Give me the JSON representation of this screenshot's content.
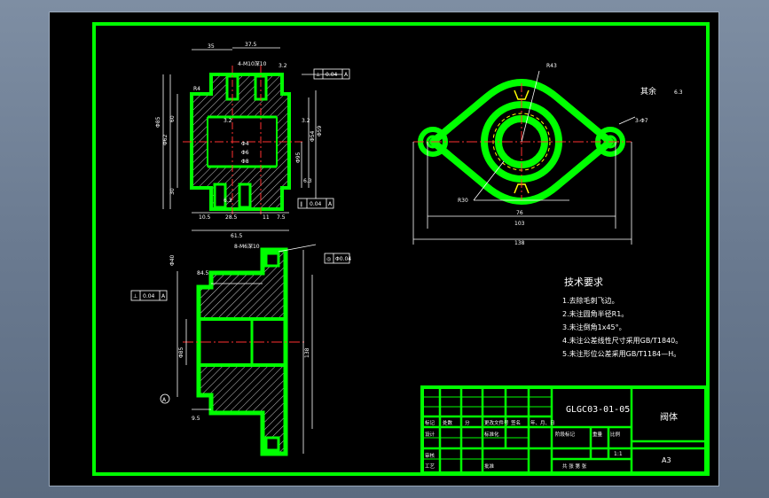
{
  "drawing": {
    "tech_requirements": {
      "title": "技术要求",
      "items": [
        "1.去除毛刺飞边。",
        "2.未注圆角半径R1。",
        "3.未注倒角1x45°。",
        "4.未注公差线性尺寸采用GB/T1840。",
        "5.未注形位公差采用GB/T1184—H。"
      ]
    },
    "title_block": {
      "drawing_number": "GLGC03-01-05",
      "part_name": "阀体",
      "sheet_size": "A3",
      "scale": "1:1",
      "row_labels": [
        "标记",
        "处数",
        "分",
        "更改文件号",
        "签名",
        "年、月、日"
      ],
      "designer_label": "设计",
      "standard_label": "标准化",
      "stage_label": "阶段标记",
      "weight_label": "重量",
      "scale_label": "比例",
      "review_label": "审核",
      "process_label": "工艺",
      "approve_label": "批准",
      "sheet_label": "共  张  第  张"
    },
    "top_view": {
      "dims": [
        "R43",
        "R30",
        "3-Φ7",
        "76",
        "103",
        "138"
      ],
      "surface_note": "其余",
      "surface_value": "6.3"
    },
    "section_view": {
      "dims": [
        "35",
        "37.5",
        "4-M10深10",
        "Φ62",
        "Φ85",
        "Φ54",
        "Φ59",
        "Φ95",
        "R4",
        "60",
        "30",
        "10.5",
        "28.5",
        "11",
        "7.5",
        "61.5",
        "Φ4",
        "Φ6",
        "Φ8"
      ],
      "roughness": [
        "3.2",
        "3.2",
        "3.2",
        "6.3",
        "6.3"
      ],
      "tolerance_frames": [
        [
          "⊥",
          "0.04",
          "A"
        ],
        [
          "∥",
          "0.04",
          "A"
        ]
      ],
      "datum": "A"
    },
    "front_view": {
      "dims": [
        "8-M6深10",
        "84.5",
        "Φ40",
        "Φ85",
        "138",
        "9.5"
      ],
      "tolerance_frames": [
        [
          "⊥",
          "0.04",
          "A"
        ],
        [
          "◎",
          "Φ0.04"
        ]
      ],
      "datum": "A"
    }
  }
}
